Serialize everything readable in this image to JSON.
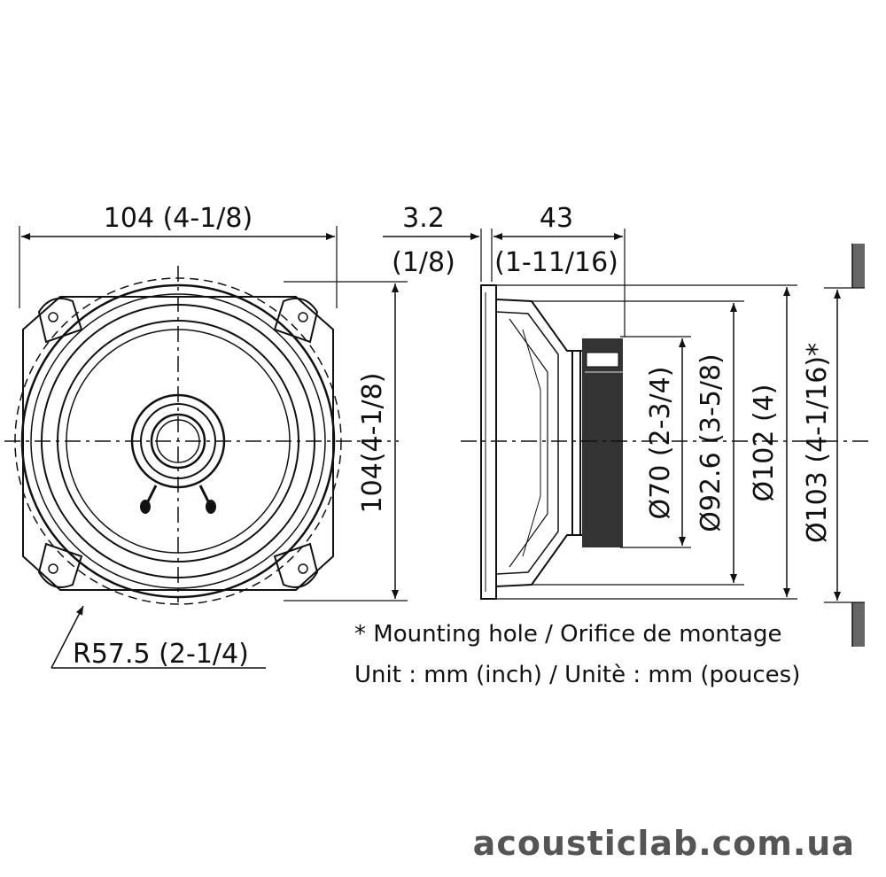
{
  "front_view": {
    "width_label": "104 (4-1/8)",
    "height_label": "104(4-1/8)",
    "radius_label": "R57.5 (2-1/4)"
  },
  "side_view": {
    "flange_label_top": "3.2",
    "flange_label_bottom": "(1/8)",
    "depth_label_top": "43",
    "depth_label_bottom": "(1-11/16)",
    "diameters": [
      "Ø70 (2-3/4)",
      "Ø92.6 (3-5/8)",
      "Ø102 (4)",
      "Ø103 (4-1/16)*"
    ]
  },
  "notes": {
    "mounting_hole": "* Mounting hole / Orifice de montage",
    "unit": "Unit : mm (inch) / Unitè : mm (pouces)"
  },
  "watermark": "acousticlab.com.ua"
}
